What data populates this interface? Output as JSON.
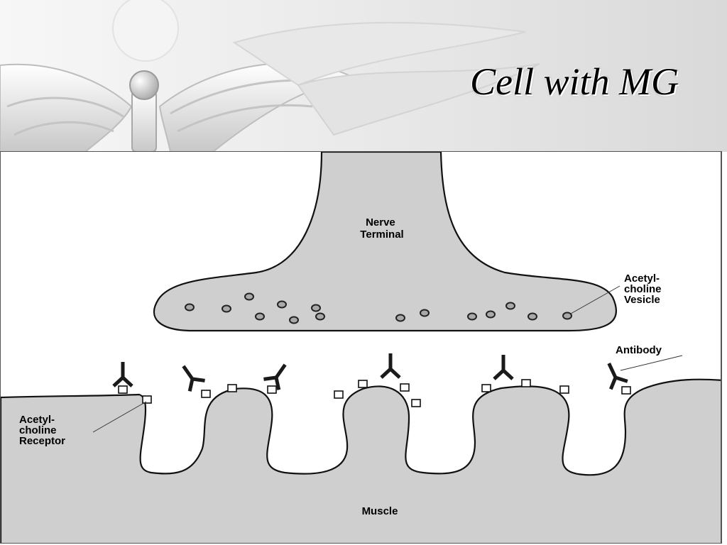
{
  "slide": {
    "title": "Cell with MG"
  },
  "diagram": {
    "labels": {
      "nerve_terminal": [
        "Nerve",
        "Terminal"
      ],
      "vesicle": [
        "Acetyl-",
        "choline",
        "Vesicle"
      ],
      "antibody": "Antibody",
      "receptor": [
        "Acetyl-",
        "choline",
        "Receptor"
      ],
      "muscle": "Muscle"
    },
    "icons": {
      "header_decoration": "caduceus-wings-icon",
      "vesicle": "vesicle-icon",
      "receptor": "receptor-icon",
      "antibody": "antibody-icon"
    },
    "colors": {
      "tissue_fill": "#cfcfcf",
      "outline": "#111111",
      "antibody": "#1a1a1a",
      "receptor_fill": "#ffffff"
    }
  }
}
